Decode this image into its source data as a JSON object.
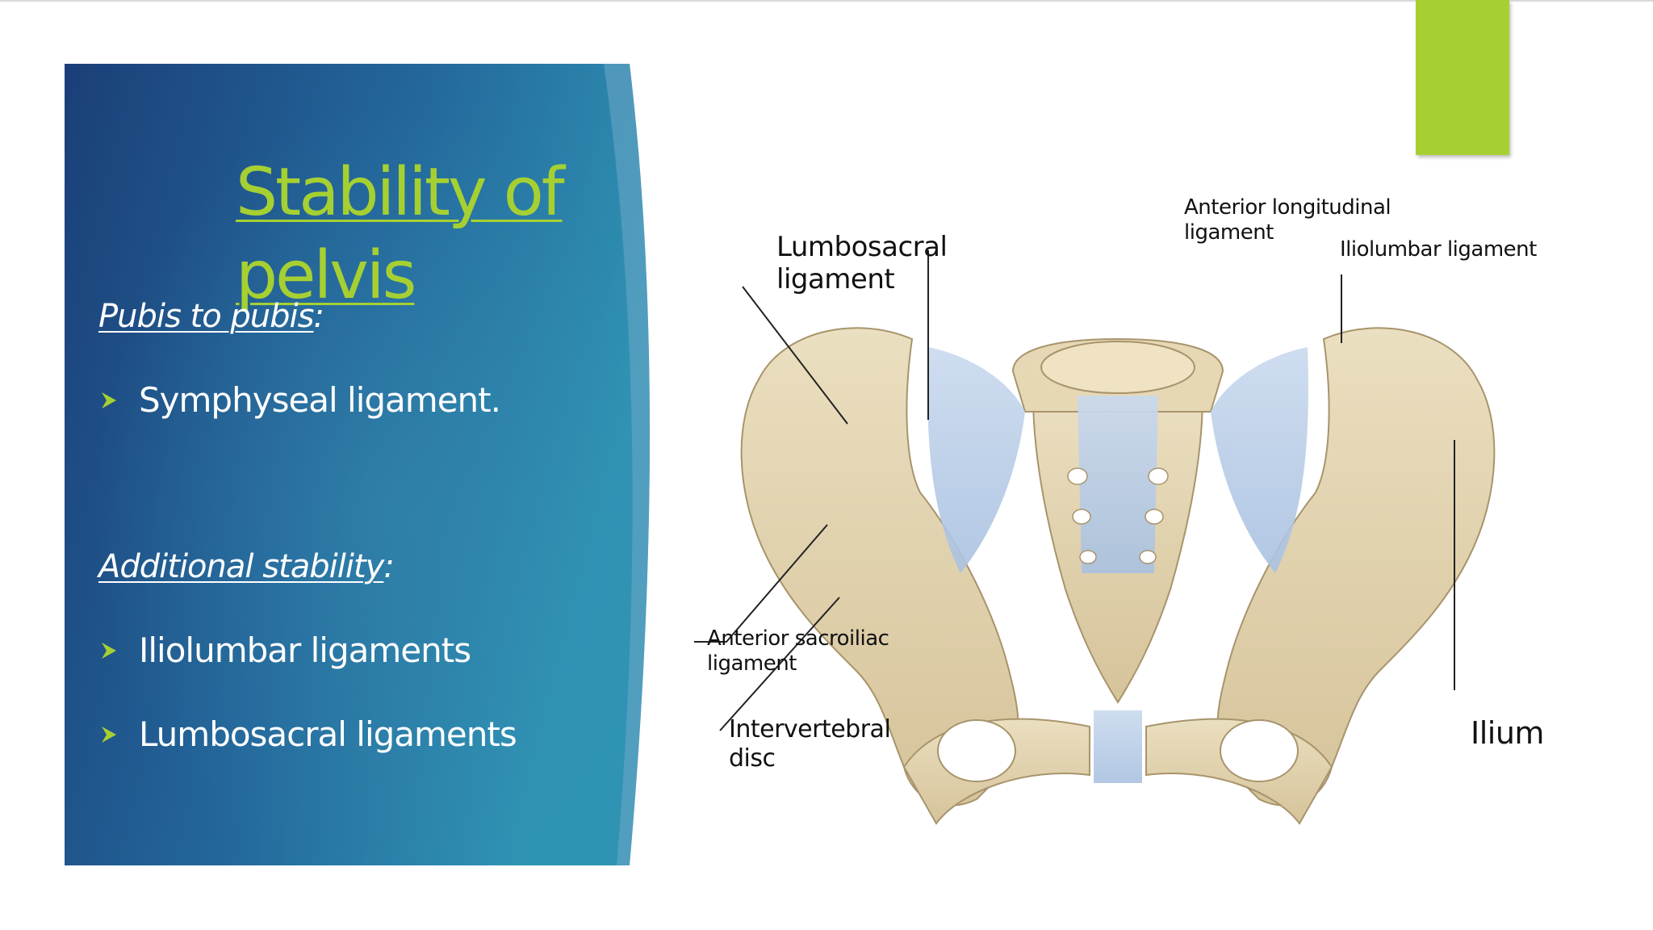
{
  "slide": {
    "title": "Stability of pelvis",
    "section1": {
      "heading": "Pubis to pubis",
      "punct": ":",
      "bullets": [
        "Symphyseal ligament."
      ]
    },
    "section2": {
      "heading": "Additional stability",
      "punct": ":",
      "bullets": [
        "Iliolumbar ligaments",
        "Lumbosacral ligaments"
      ]
    }
  },
  "figure": {
    "labels": {
      "lumbosacral_1": "Lumbosacral",
      "lumbosacral_2": "ligament",
      "anterior_longitudinal_1": "Anterior longitudinal",
      "anterior_longitudinal_2": "ligament",
      "iliolumbar": "Iliolumbar ligament",
      "anterior_sacroiliac_1": "Anterior sacroiliac",
      "anterior_sacroiliac_2": "ligament",
      "intervertebral_1": "Intervertebral",
      "intervertebral_2": "disc",
      "ilium": "Ilium"
    }
  },
  "colors": {
    "accent_green": "#a6d032",
    "panel_dark": "#1b4a84",
    "panel_light": "#2f8fb0",
    "bone": "#e2d3ae",
    "ligament": "#b8cde6"
  },
  "icons": [
    "bullet-arrow-icon"
  ]
}
